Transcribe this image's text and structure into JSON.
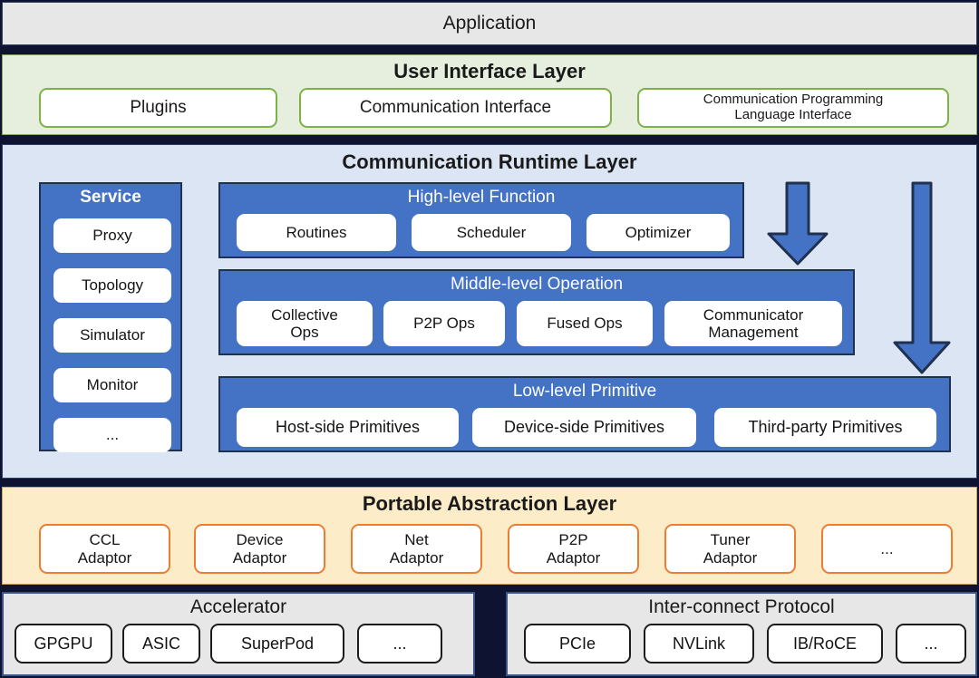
{
  "colors": {
    "application_bg": "#e7e7e7",
    "ui_layer_bg": "#e6efdd",
    "ui_chip_border": "#7cb342",
    "runtime_bg": "#dbe5f3",
    "runtime_blue": "#4472c4",
    "runtime_border": "#20314f",
    "pal_bg": "#fdecc8",
    "pal_chip_border": "#ed7d31",
    "bottom_bg": "#e7e7e7",
    "separator": "#0d1330"
  },
  "application": {
    "title": "Application"
  },
  "ui_layer": {
    "title": "User Interface Layer",
    "items": [
      {
        "label": "Plugins"
      },
      {
        "label": "Communication Interface"
      },
      {
        "label": "Communication Programming\nLanguage Interface"
      }
    ]
  },
  "runtime_layer": {
    "title": "Communication Runtime Layer",
    "service": {
      "title": "Service",
      "items": [
        {
          "label": "Proxy"
        },
        {
          "label": "Topology"
        },
        {
          "label": "Simulator"
        },
        {
          "label": "Monitor"
        },
        {
          "label": "..."
        }
      ]
    },
    "high_level_function": {
      "title": "High-level Function",
      "items": [
        {
          "label": "Routines"
        },
        {
          "label": "Scheduler"
        },
        {
          "label": "Optimizer"
        }
      ]
    },
    "middle_level_operation": {
      "title": "Middle-level Operation",
      "items": [
        {
          "label": "Collective\nOps"
        },
        {
          "label": "P2P Ops"
        },
        {
          "label": "Fused Ops"
        },
        {
          "label": "Communicator\nManagement"
        }
      ]
    },
    "low_level_primitive": {
      "title": "Low-level Primitive",
      "items": [
        {
          "label": "Host-side Primitives"
        },
        {
          "label": "Device-side Primitives"
        },
        {
          "label": "Third-party Primitives"
        }
      ]
    },
    "arrows": [
      {
        "name": "arrow-down-short"
      },
      {
        "name": "arrow-down-long"
      }
    ]
  },
  "pal_layer": {
    "title": "Portable Abstraction Layer",
    "items": [
      {
        "label": "CCL\nAdaptor"
      },
      {
        "label": "Device\nAdaptor"
      },
      {
        "label": "Net\nAdaptor"
      },
      {
        "label": "P2P\nAdaptor"
      },
      {
        "label": "Tuner\nAdaptor"
      },
      {
        "label": "..."
      }
    ]
  },
  "accelerator": {
    "title": "Accelerator",
    "items": [
      {
        "label": "GPGPU"
      },
      {
        "label": "ASIC"
      },
      {
        "label": "SuperPod"
      },
      {
        "label": "..."
      }
    ]
  },
  "interconnect": {
    "title": "Inter-connect Protocol",
    "items": [
      {
        "label": "PCIe"
      },
      {
        "label": "NVLink"
      },
      {
        "label": "IB/RoCE"
      },
      {
        "label": "..."
      }
    ]
  }
}
